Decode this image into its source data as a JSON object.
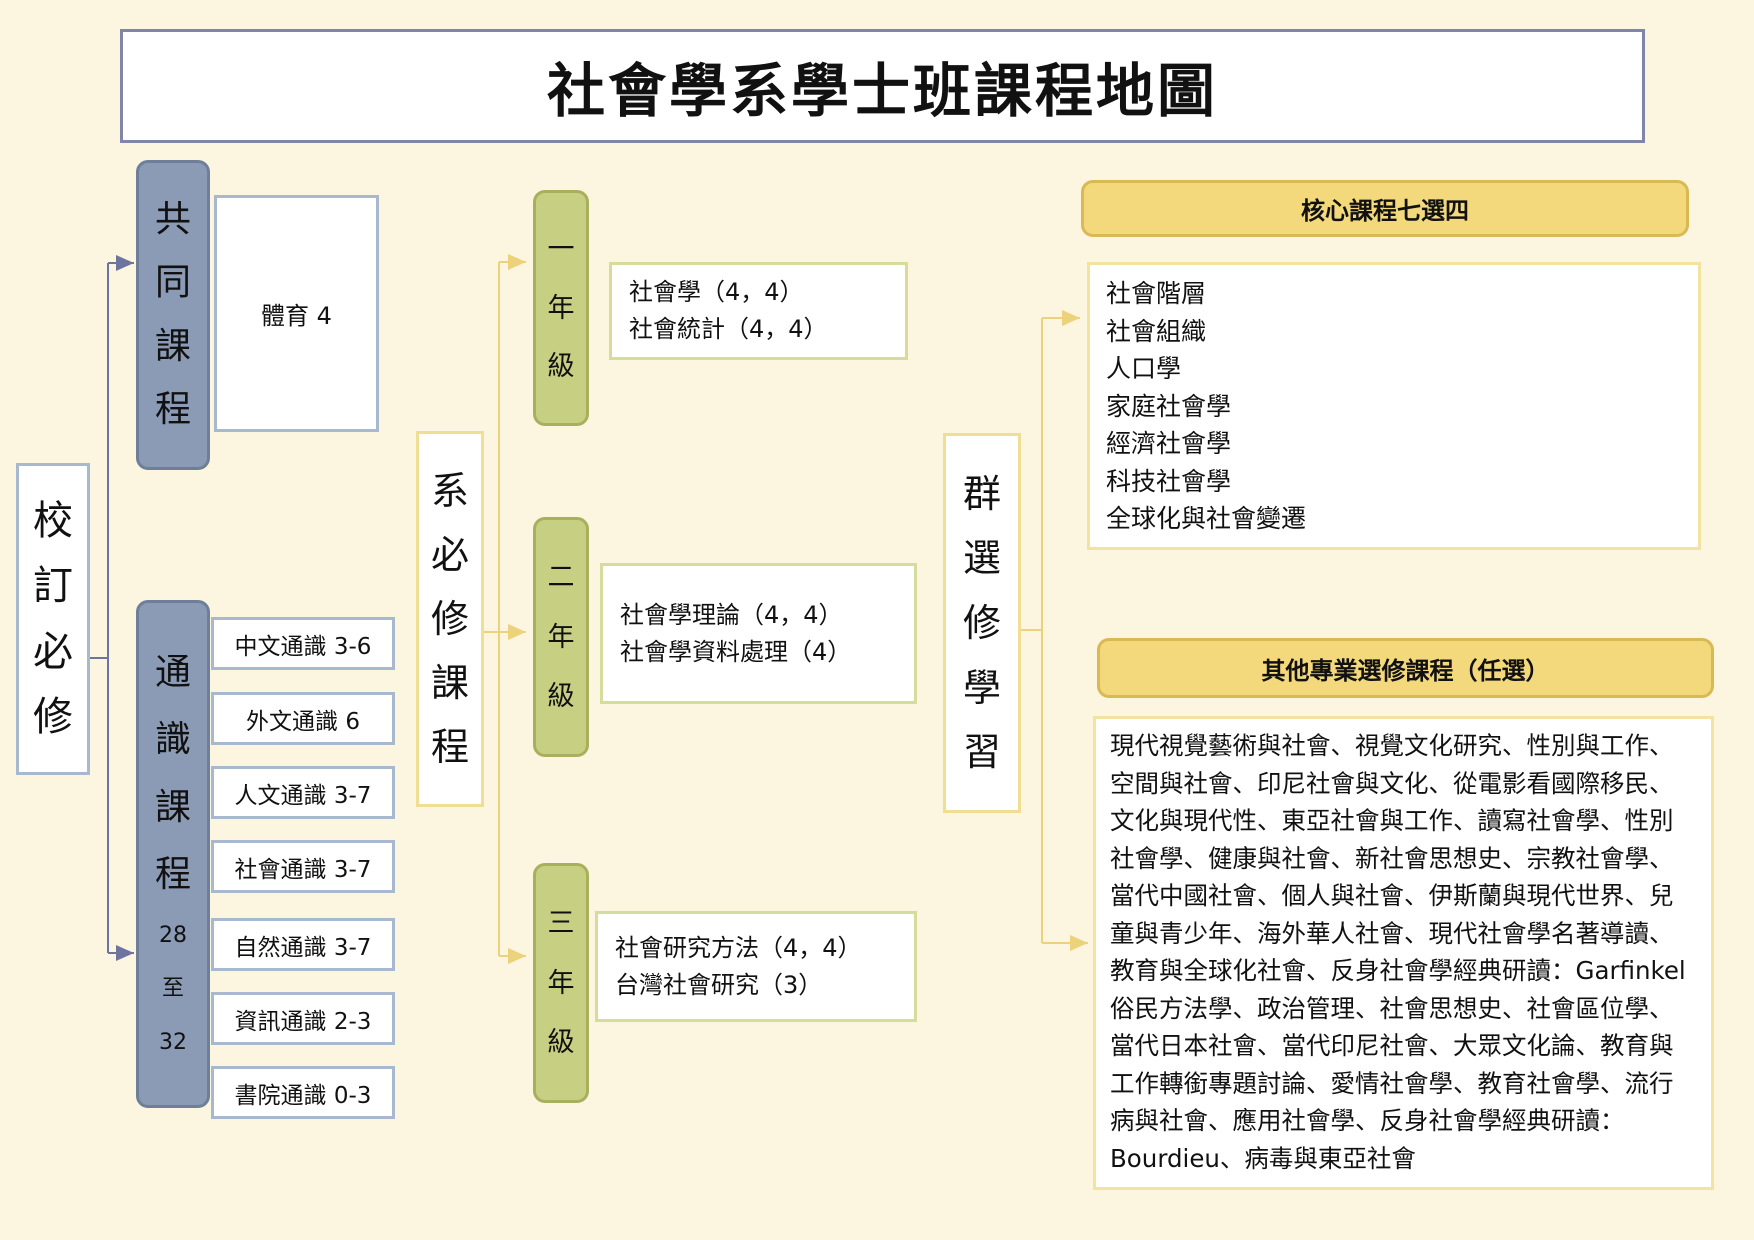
{
  "title": "社會學系學士班課程地圖",
  "school_required": {
    "chars": [
      "校",
      "訂",
      "必",
      "修"
    ]
  },
  "common_course": {
    "chars": [
      "共",
      "同",
      "課",
      "程"
    ],
    "items": [
      "體育 4"
    ]
  },
  "general_course": {
    "chars": [
      "通",
      "識",
      "課",
      "程"
    ],
    "credits": [
      "28",
      "至",
      "32"
    ],
    "items": [
      "中文通識 3-6",
      "外文通識 6",
      "人文通識 3-7",
      "社會通識 3-7",
      "自然通識 3-7",
      "資訊通識 2-3",
      "書院通識 0-3"
    ]
  },
  "dept_required": {
    "chars": [
      "系",
      "必",
      "修",
      "課",
      "程"
    ],
    "years": [
      {
        "chars": [
          "一",
          "年",
          "級"
        ],
        "courses": [
          "社會學（4，4）",
          "社會統計（4，4）"
        ]
      },
      {
        "chars": [
          "二",
          "年",
          "級"
        ],
        "courses": [
          "社會學理論（4，4）",
          "社會學資料處理（4）"
        ]
      },
      {
        "chars": [
          "三",
          "年",
          "級"
        ],
        "courses": [
          "社會研究方法（4，4）",
          "台灣社會研究（3）"
        ]
      }
    ]
  },
  "group_elective": {
    "chars": [
      "群",
      "選",
      "修",
      "學",
      "習"
    ],
    "core": {
      "header": "核心課程七選四",
      "items": [
        "社會階層",
        "社會組織",
        "人口學",
        "家庭社會學",
        "經濟社會學",
        "科技社會學",
        "全球化與社會變遷"
      ]
    },
    "other": {
      "header": "其他專業選修課程（任選）",
      "lines": [
        "現代視覺藝術與社會、視覺文化研究、性別與工作、",
        "空間與社會、印尼社會與文化、從電影看國際移民、",
        "文化與現代性、東亞社會與工作、讀寫社會學、性別",
        "社會學、健康與社會、新社會思想史、宗教社會學、",
        "當代中國社會、個人與社會、伊斯蘭與現代世界、兒",
        "童與青少年、海外華人社會、現代社會學名著導讀、",
        "教育與全球化社會、反身社會學經典研讀：Garfinkel",
        "俗民方法學、政治管理、社會思想史、社會區位學、",
        "當代日本社會、當代印尼社會、大眾文化論、教育與",
        "工作轉銜專題討論、愛情社會學、教育社會學、流行",
        "病與社會、應用社會學、反身社會學經典研讀：",
        "Bourdieu、病毒與東亞社會"
      ]
    }
  },
  "colors": {
    "background": "#fcf5e0",
    "blue_border": "#a7b8cf",
    "blue_fill": "#8b9bb6",
    "green_fill": "#c7cf82",
    "gold_fill": "#f3d97b",
    "yellow_border": "#f1de95",
    "arrow_blue": "#6e74a0",
    "arrow_yellow": "#ecd27a"
  }
}
